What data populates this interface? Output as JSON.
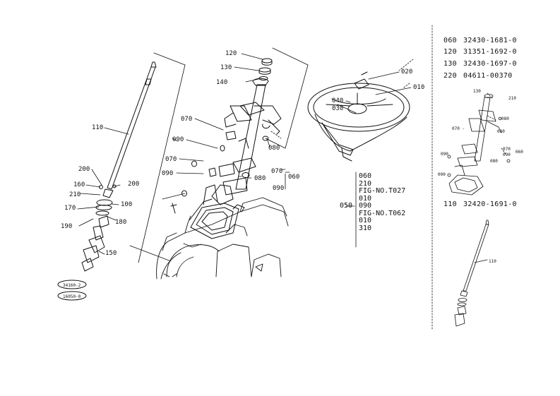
{
  "callouts": {
    "c120": "120",
    "c130": "130",
    "c140": "140",
    "c070a": "070",
    "c070b": "070",
    "c090a": "090",
    "c090b": "090",
    "c090c": "090",
    "c080a": "080",
    "c080b": "080",
    "c070_060": "070",
    "c060": "060",
    "c020": "020",
    "c010": "010",
    "c040": "040",
    "c030": "030",
    "c110": "110",
    "c200a": "200",
    "c160": "160",
    "c200b": "200",
    "c210": "210",
    "c100": "100",
    "c170": "170",
    "c190": "190",
    "c180": "180",
    "c150": "150"
  },
  "stack_list": [
    "060",
    "210",
    "FIG-NO.T027",
    "010",
    "090",
    "FIG-NO.T062",
    "010",
    "310"
  ],
  "stack_prefix": "050",
  "parts_table": [
    {
      "no": "060",
      "part": "32430-1681-0"
    },
    {
      "no": "120",
      "part": "31351-1692-0"
    },
    {
      "no": "130",
      "part": "32430-1697-0"
    },
    {
      "no": "220",
      "part": "04611-00370"
    }
  ],
  "part_110": {
    "no": "110",
    "part": "32420-1691-0"
  },
  "inset_labels": {
    "i130": "130",
    "i210": "210",
    "i080a": "080",
    "i070": "070 -",
    "i080b": "080",
    "i090a": "090",
    "i0701": "070",
    "i090b": "090",
    "i060": "060",
    "i080c": "080",
    "i090c": "090",
    "i110": "110"
  },
  "ovals": [
    "34160-2",
    "16050-0"
  ]
}
